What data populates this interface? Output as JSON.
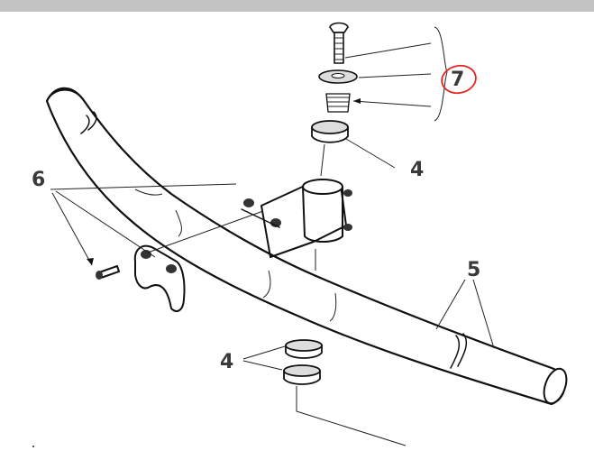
{
  "diagram": {
    "labels": {
      "clamp_bolt_group": "6",
      "bar_marks": "5",
      "top_spacer": "4",
      "bottom_spacers": "4",
      "top_cap_group": "7"
    },
    "colors": {
      "top_bar": "#c4c4c4",
      "line": "#111111",
      "label": "#3a3a3a",
      "highlight_circle": "#e8231e"
    }
  }
}
